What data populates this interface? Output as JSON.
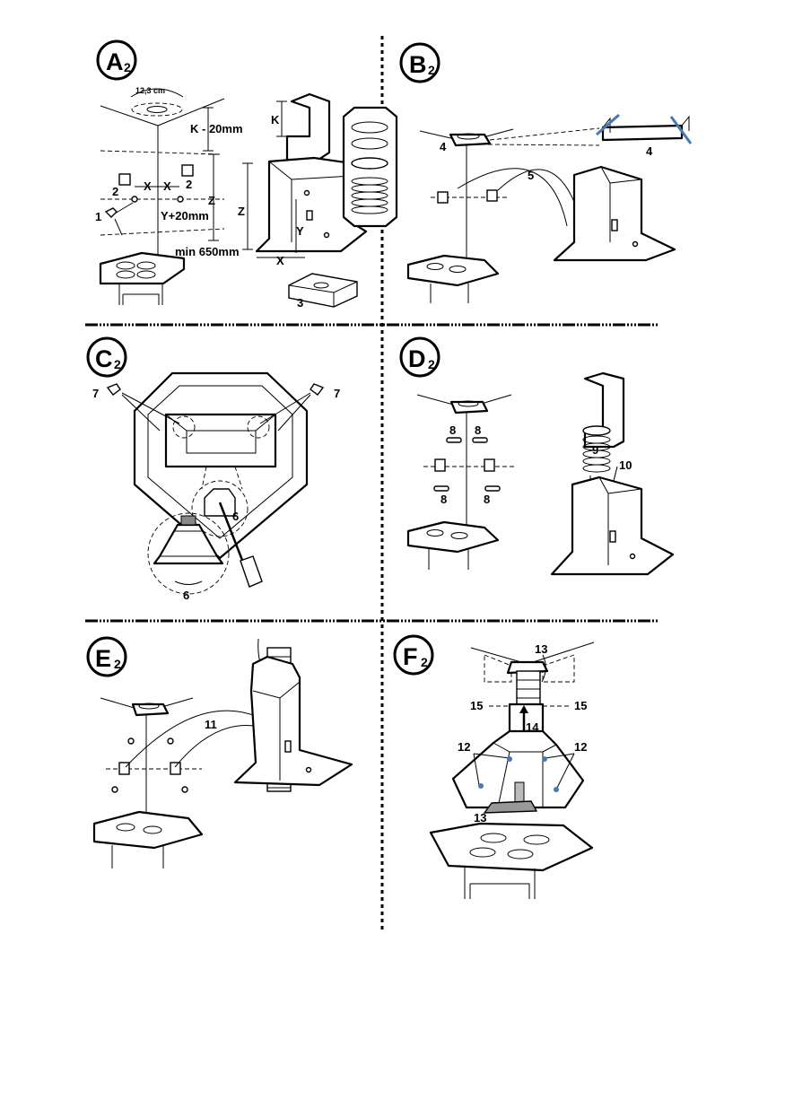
{
  "panels": {
    "a": {
      "letter": "A",
      "sub": "2",
      "labels": {
        "diameter": "12,3 cm",
        "k_minus": "K - 20mm",
        "k": "K",
        "z_left": "Z",
        "z_right": "Z",
        "x_left": "X",
        "x_right": "X",
        "x_bottom": "X",
        "y": "Y",
        "y_plus": "Y+20mm",
        "min": "min 650mm",
        "n1": "1",
        "n2_left": "2",
        "n2_right": "2",
        "n3": "3"
      }
    },
    "b": {
      "letter": "B",
      "sub": "2",
      "labels": {
        "n4_left": "4",
        "n4_right": "4",
        "n5": "5"
      }
    },
    "c": {
      "letter": "C",
      "sub": "2",
      "labels": {
        "n7_left": "7",
        "n7_right": "7",
        "n6_upper": "6",
        "n6_lower": "6"
      }
    },
    "d": {
      "letter": "D",
      "sub": "2",
      "labels": {
        "n8_tl": "8",
        "n8_tr": "8",
        "n8_bl": "8",
        "n8_br": "8",
        "n9": "9",
        "n10": "10"
      }
    },
    "e": {
      "letter": "E",
      "sub": "2",
      "labels": {
        "n11": "11"
      }
    },
    "f": {
      "letter": "F",
      "sub": "2",
      "labels": {
        "n13_top": "13",
        "n13_bottom": "13",
        "n14": "14",
        "n15_left": "15",
        "n15_right": "15",
        "n12_left": "12",
        "n12_right": "12"
      }
    }
  }
}
